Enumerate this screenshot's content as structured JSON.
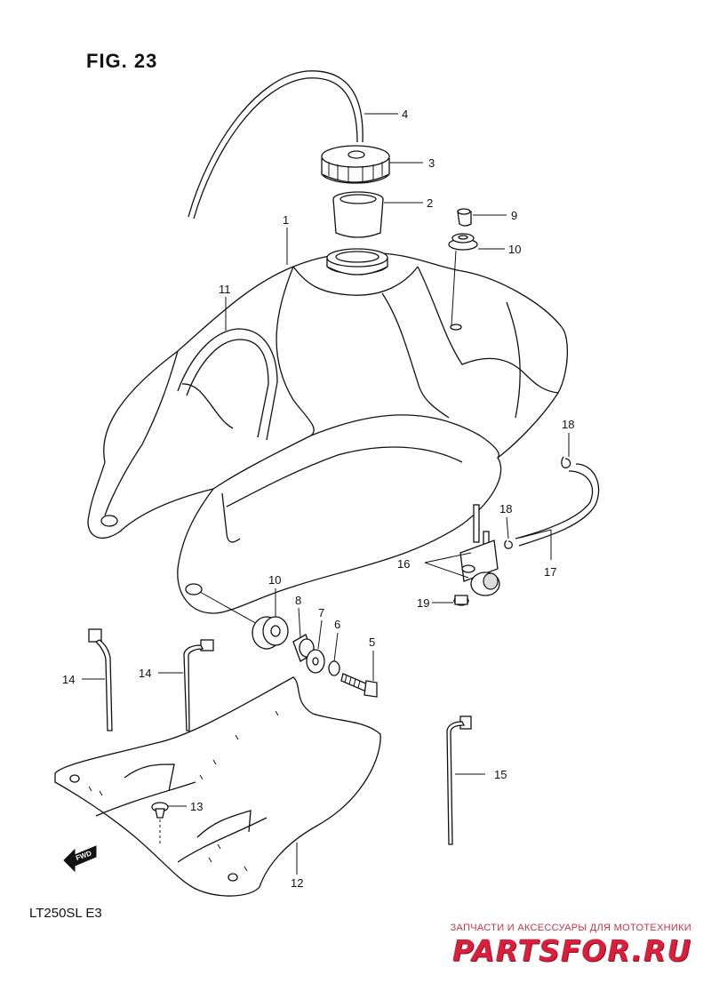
{
  "figure": {
    "title": "FIG. 23",
    "model": "LT250SL  E3"
  },
  "watermark": {
    "subtitle": "ЗАПЧАСТИ И АКСЕССУАРЫ ДЛЯ МОТОТЕХНИКИ",
    "logo": "PARTSFOR.RU",
    "color": "#d81f3c"
  },
  "fwd": {
    "label": "FWD",
    "icon": "forward-arrow-icon"
  },
  "callouts": {
    "c1": "1",
    "c2": "2",
    "c3": "3",
    "c4": "4",
    "c5": "5",
    "c6": "6",
    "c7": "7",
    "c8": "8",
    "c9": "9",
    "c10a": "10",
    "c10b": "10",
    "c11": "11",
    "c12": "12",
    "c13": "13",
    "c14a": "14",
    "c14b": "14",
    "c15": "15",
    "c16": "16",
    "c17": "17",
    "c18a": "18",
    "c18b": "18",
    "c19": "19"
  }
}
